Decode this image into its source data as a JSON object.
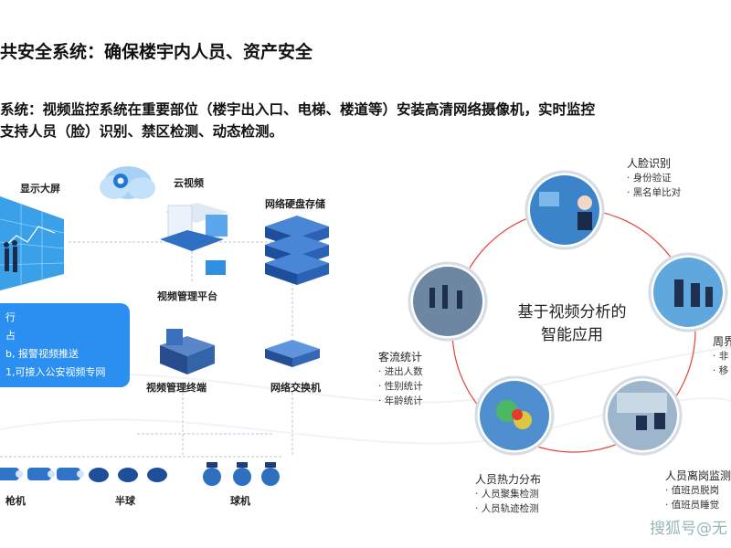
{
  "title": "共安全系统：确保楼宇内人员、资产安全",
  "description": {
    "line1": "系统：视频监控系统在重要部位（楼宇出入口、电梯、楼道等）安装高清网络摄像机，实时监控",
    "line2": "支持人员（脸）识别、禁区检测、动态检测。"
  },
  "diagram": {
    "display_screen": "显示大屏",
    "cloud_video": "云视频",
    "storage": "网络硬盘存储",
    "platform": "视频管理平台",
    "terminal": "视频管理终端",
    "switch": "网络交换机",
    "cameras": {
      "gun": "枪机",
      "dome": "半球",
      "ball": "球机"
    },
    "info_box": {
      "line1": "行",
      "line2": "占",
      "line3": "b, 报警视频推送",
      "line4": "1,可接入公安视频专网"
    }
  },
  "smart_apps": {
    "center_label": "基于视频分析的智能应用",
    "face": {
      "title": "人脸识别",
      "items": [
        "身份验证",
        "黑名单比对"
      ]
    },
    "perimeter": {
      "title": "周界",
      "items": [
        "非",
        "移"
      ]
    },
    "absence": {
      "title": "人员离岗监测",
      "items": [
        "值班员脱岗",
        "值班员睡觉"
      ]
    },
    "heatmap": {
      "title": "人员热力分布",
      "items": [
        "人员聚集检测",
        "人员轨迹检测"
      ]
    },
    "flow": {
      "title": "客流统计",
      "items": [
        "进出人数",
        "性别统计",
        "年龄统计"
      ]
    }
  },
  "watermark": "搜狐号@无"
}
